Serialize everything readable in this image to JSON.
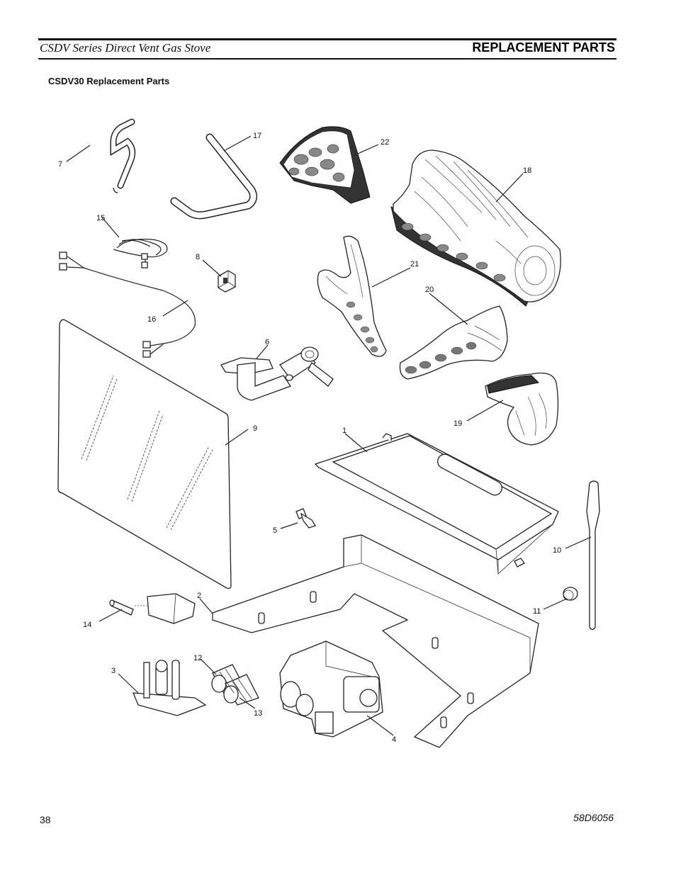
{
  "header": {
    "title": "CSDV Series Direct Vent Gas Stove",
    "section": "REPLACEMENT PARTS"
  },
  "section_title": "CSDV30 Replacement Parts",
  "callouts": [
    "1",
    "2",
    "3",
    "4",
    "5",
    "6",
    "7",
    "8",
    "9",
    "10",
    "11",
    "12",
    "13",
    "14",
    "15",
    "16",
    "17",
    "18",
    "19",
    "20",
    "21",
    "22"
  ],
  "footer": {
    "page_number": "38",
    "doc_number": "58D6056"
  }
}
